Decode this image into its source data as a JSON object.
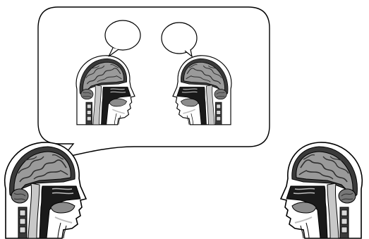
{
  "scene": {
    "background": "#ffffff",
    "speech_bubble": {
      "fill": "#ffffff",
      "stroke": "#000000"
    },
    "head_colors": {
      "outline": "#000000",
      "skin": "#ffffff",
      "skull": "#3a3a3a",
      "brain": "#9a9a9a",
      "brain_folds": "#2e2e2e",
      "cerebellum": "#777777",
      "cord": "#c8c8c8",
      "airway": "#1a1a1a",
      "tongue": "#8c8c8c",
      "vertebrae": "#d8d8d8"
    },
    "heads": [
      {
        "role": "speaker",
        "facing": "right"
      },
      {
        "role": "listener",
        "facing": "left"
      },
      {
        "role": "imagined-speaker",
        "facing": "right"
      },
      {
        "role": "imagined-listener",
        "facing": "left"
      }
    ],
    "thought_bubbles": [
      {
        "owner": "imagined-speaker"
      },
      {
        "owner": "imagined-listener"
      }
    ]
  }
}
